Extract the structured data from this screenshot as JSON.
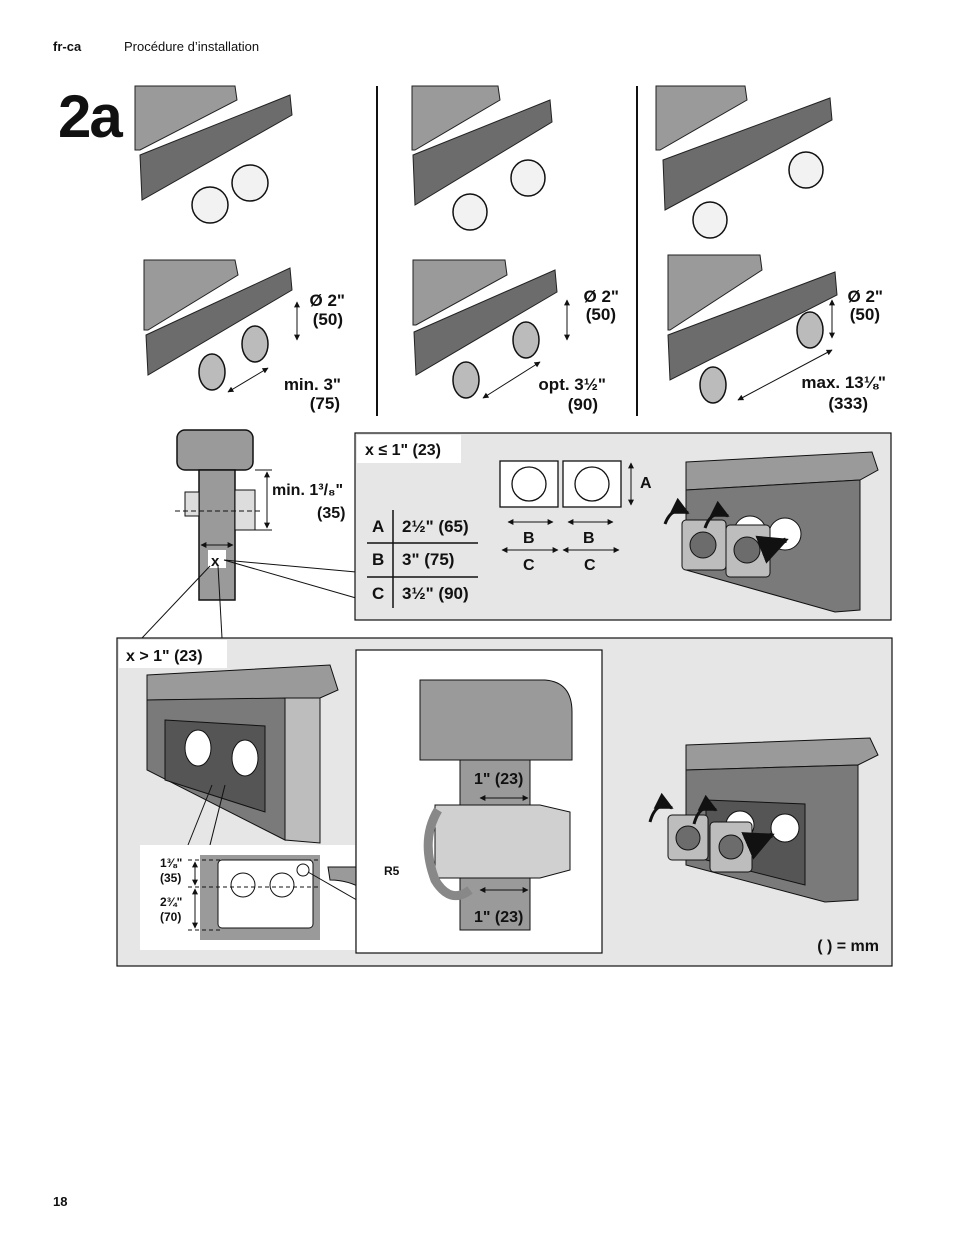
{
  "header": {
    "lang": "fr-ca",
    "title": "Procédure d’installation"
  },
  "step": "2a",
  "footer": {
    "page": "18"
  },
  "top_panels": [
    {
      "dia_inch": "Ø 2\"",
      "dia_mm": "(50)",
      "dist_inch": "min. 3\"",
      "dist_mm": "(75)"
    },
    {
      "dia_inch": "Ø 2\"",
      "dia_mm": "(50)",
      "dist_inch": "opt. 3½\"",
      "dist_mm": "(90)"
    },
    {
      "dia_inch": "Ø 2\"",
      "dia_mm": "(50)",
      "dist_inch": "max. 13⅛\"",
      "dist_mm": "(333)"
    }
  ],
  "side_view": {
    "min_inch": "min. 1³/₈\"",
    "min_mm": "(35)",
    "x_label": "x"
  },
  "box_small_x": {
    "title": "x ≤ 1\" (23)",
    "table": [
      {
        "key": "A",
        "value": "2½\" (65)"
      },
      {
        "key": "B",
        "value": "3\" (75)"
      },
      {
        "key": "C",
        "value": "3½\" (90)"
      }
    ],
    "plate_labels": {
      "a": "A",
      "b": "B",
      "c": "C"
    }
  },
  "box_large_x": {
    "title": "x > 1\" (23)",
    "detail_top_inch": "1⅜\"",
    "detail_top_mm": "(35)",
    "detail_bottom_inch": "2¾\"",
    "detail_bottom_mm": "(70)",
    "radius": "R5",
    "gap_top": "1\" (23)",
    "gap_bottom": "1\" (23)",
    "legend": "( ) = mm"
  }
}
